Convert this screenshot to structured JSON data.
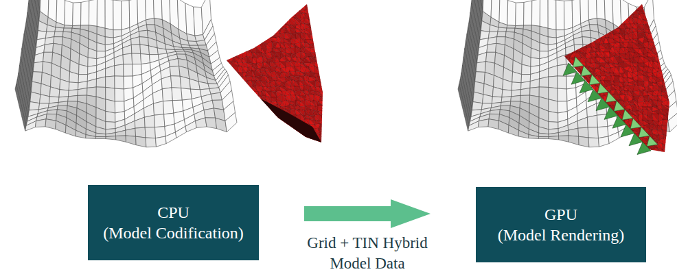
{
  "diagram": {
    "nodes": [
      {
        "text": [
          "CPU",
          "(Model Codification)"
        ]
      },
      {
        "text": [
          "GPU",
          "(Model Rendering)"
        ]
      }
    ],
    "edges": [
      {
        "from": 0,
        "to": 1,
        "arrow": "to",
        "label": "Grid + TIN Hybrid Model Data"
      }
    ]
  }
}
